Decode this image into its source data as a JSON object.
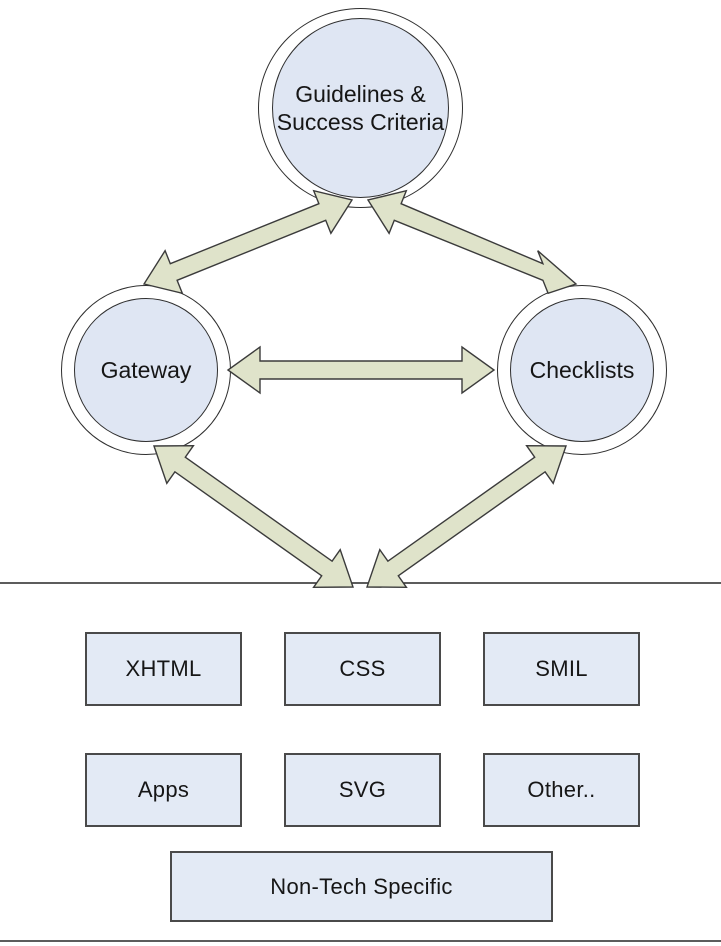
{
  "nodes": {
    "guidelines": {
      "label": "Guidelines &\nSuccess Criteria"
    },
    "gateway": {
      "label": "Gateway"
    },
    "checklists": {
      "label": "Checklists"
    }
  },
  "connectors": [
    {
      "name": "guidelines-gateway",
      "bidirectional": true
    },
    {
      "name": "guidelines-checklists",
      "bidirectional": true
    },
    {
      "name": "gateway-checklists",
      "bidirectional": true
    },
    {
      "name": "gateway-tech-section",
      "bidirectional": true
    },
    {
      "name": "checklists-tech-section",
      "bidirectional": true
    }
  ],
  "tech_boxes": [
    {
      "label": "XHTML"
    },
    {
      "label": "CSS"
    },
    {
      "label": "SMIL"
    },
    {
      "label": "Apps"
    },
    {
      "label": "SVG"
    },
    {
      "label": "Other.."
    }
  ],
  "bottom_box": {
    "label": "Non-Tech Specific"
  },
  "colors": {
    "node_fill": "#dfe6f3",
    "box_fill": "#e3eaf5",
    "arrow_fill": "#dfe3ca",
    "outline": "#2f2f2f"
  }
}
